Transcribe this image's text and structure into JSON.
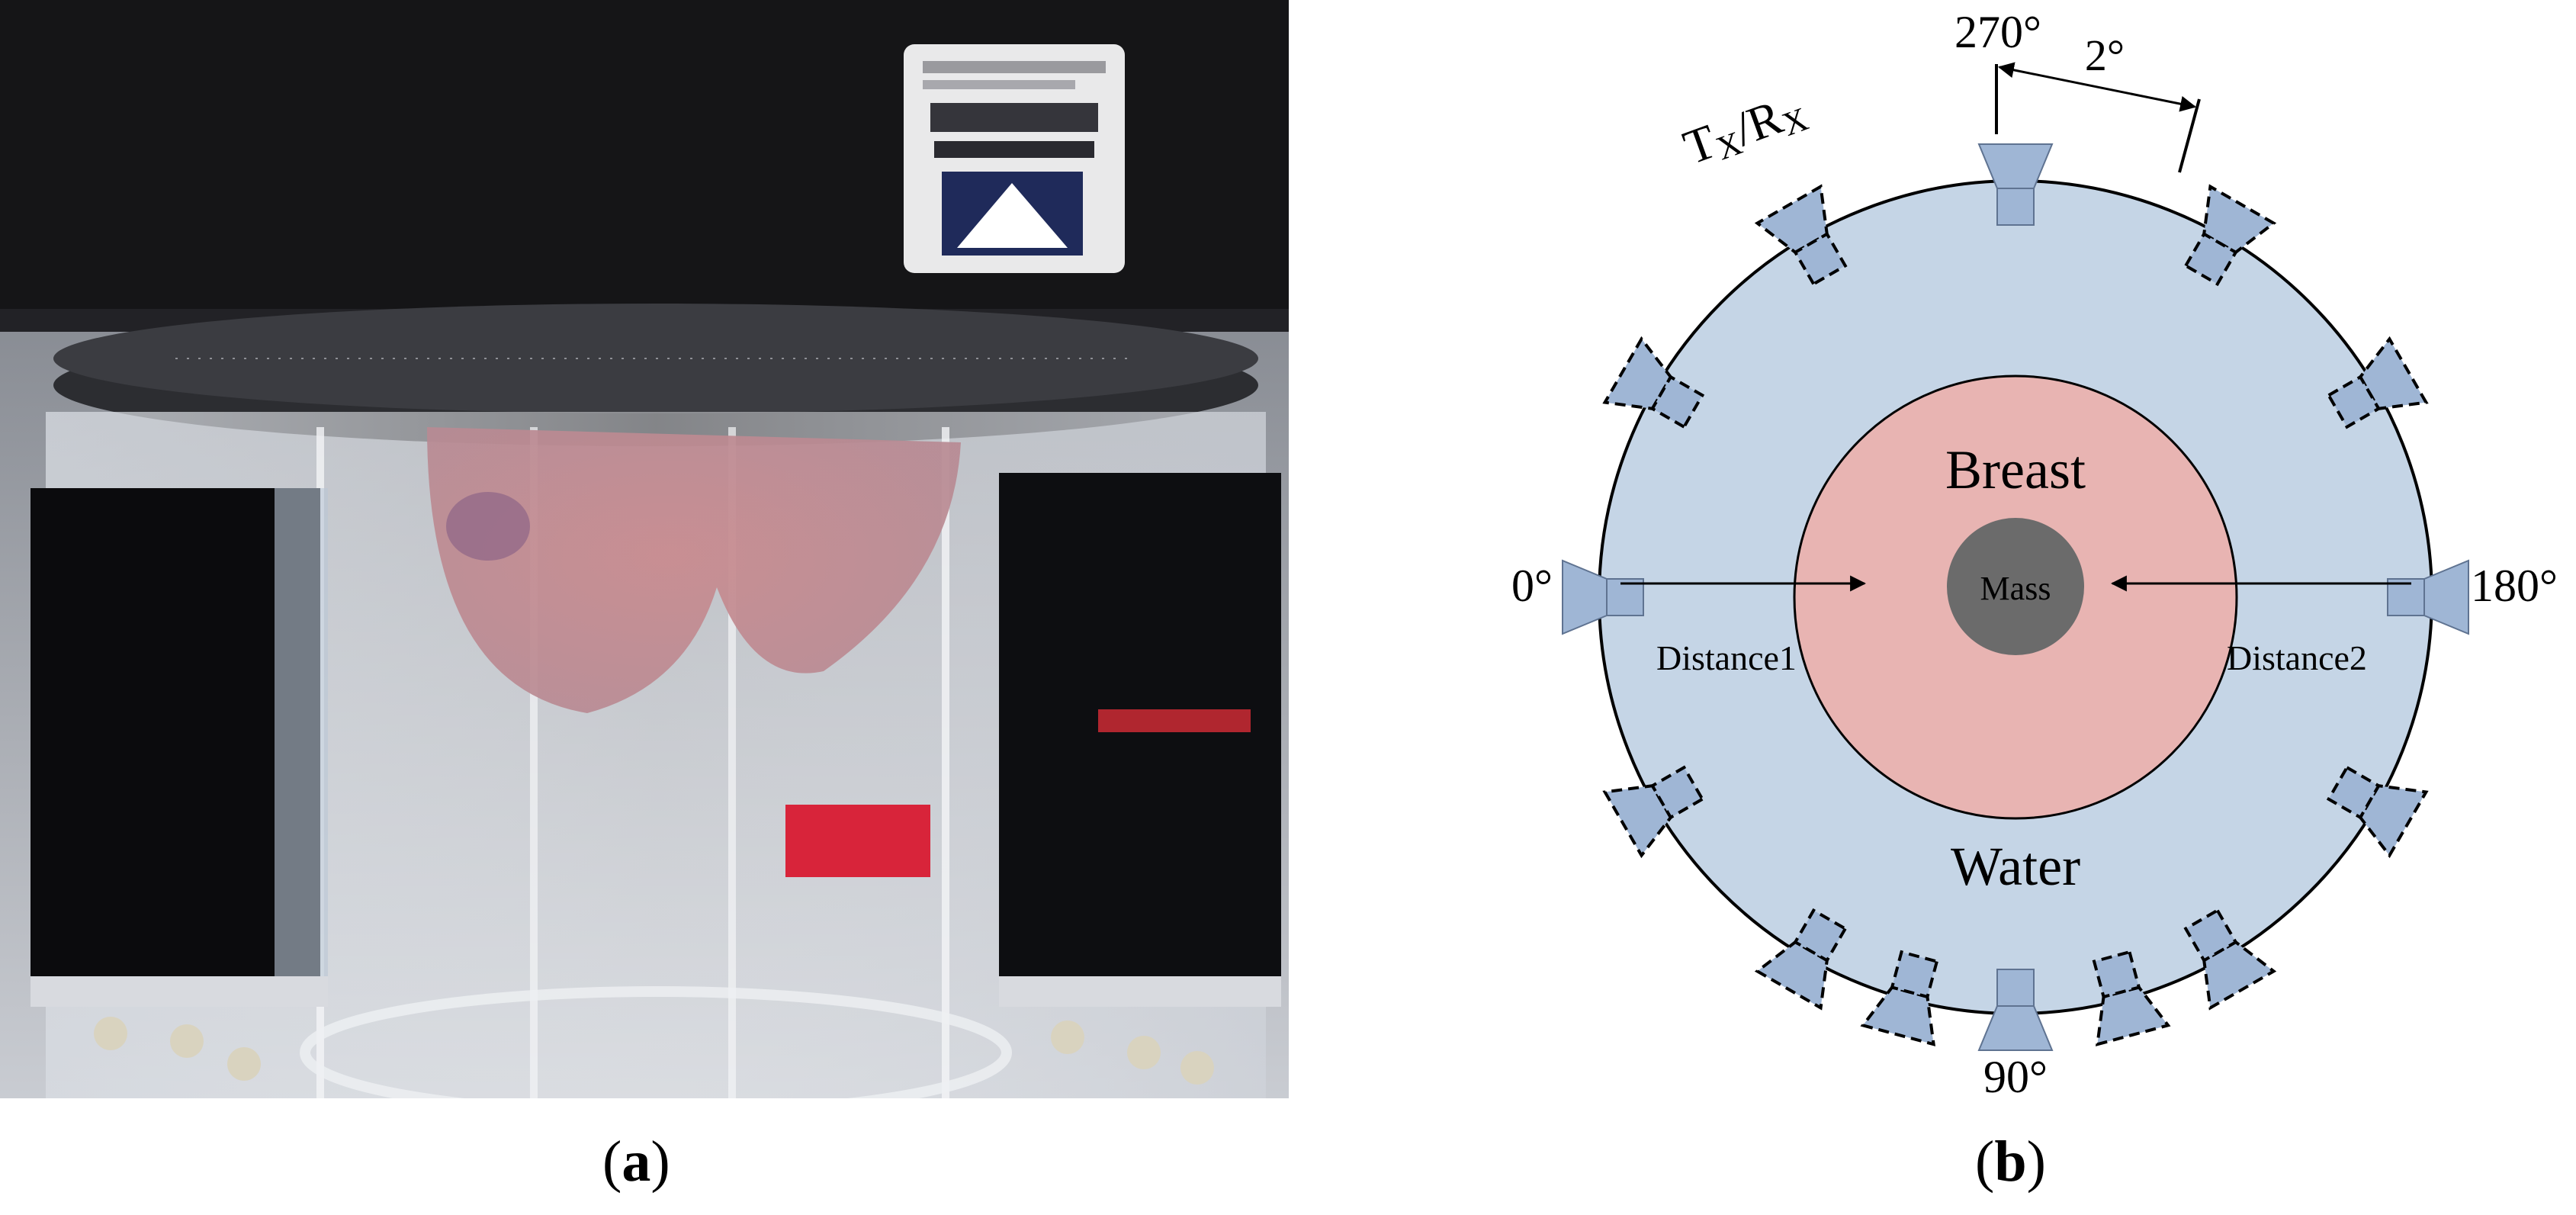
{
  "figure": {
    "panel_a": {
      "caption_open": "(",
      "caption_letter": "a",
      "caption_close": ")"
    },
    "panel_b": {
      "caption_open": "(",
      "caption_letter": "b",
      "caption_close": ")",
      "angle_labels": {
        "top": "270°",
        "left": "0°",
        "right": "180°",
        "bottom": "90°"
      },
      "step_label": "2°",
      "transceiver_label_main": "T",
      "transceiver_label_sub1": "X",
      "transceiver_label_sep": "/R",
      "transceiver_label_sub2": "X",
      "region_labels": {
        "breast": "Breast",
        "mass": "Mass",
        "water": "Water"
      },
      "distance_labels": {
        "left": "Distance1",
        "right": "Distance2"
      }
    },
    "colors": {
      "water": "#c5d5e6",
      "breast": "#e8b4b2",
      "mass": "#6b6b6b",
      "transducer": "#9fb6d5",
      "photo_dark": "#151517"
    }
  }
}
